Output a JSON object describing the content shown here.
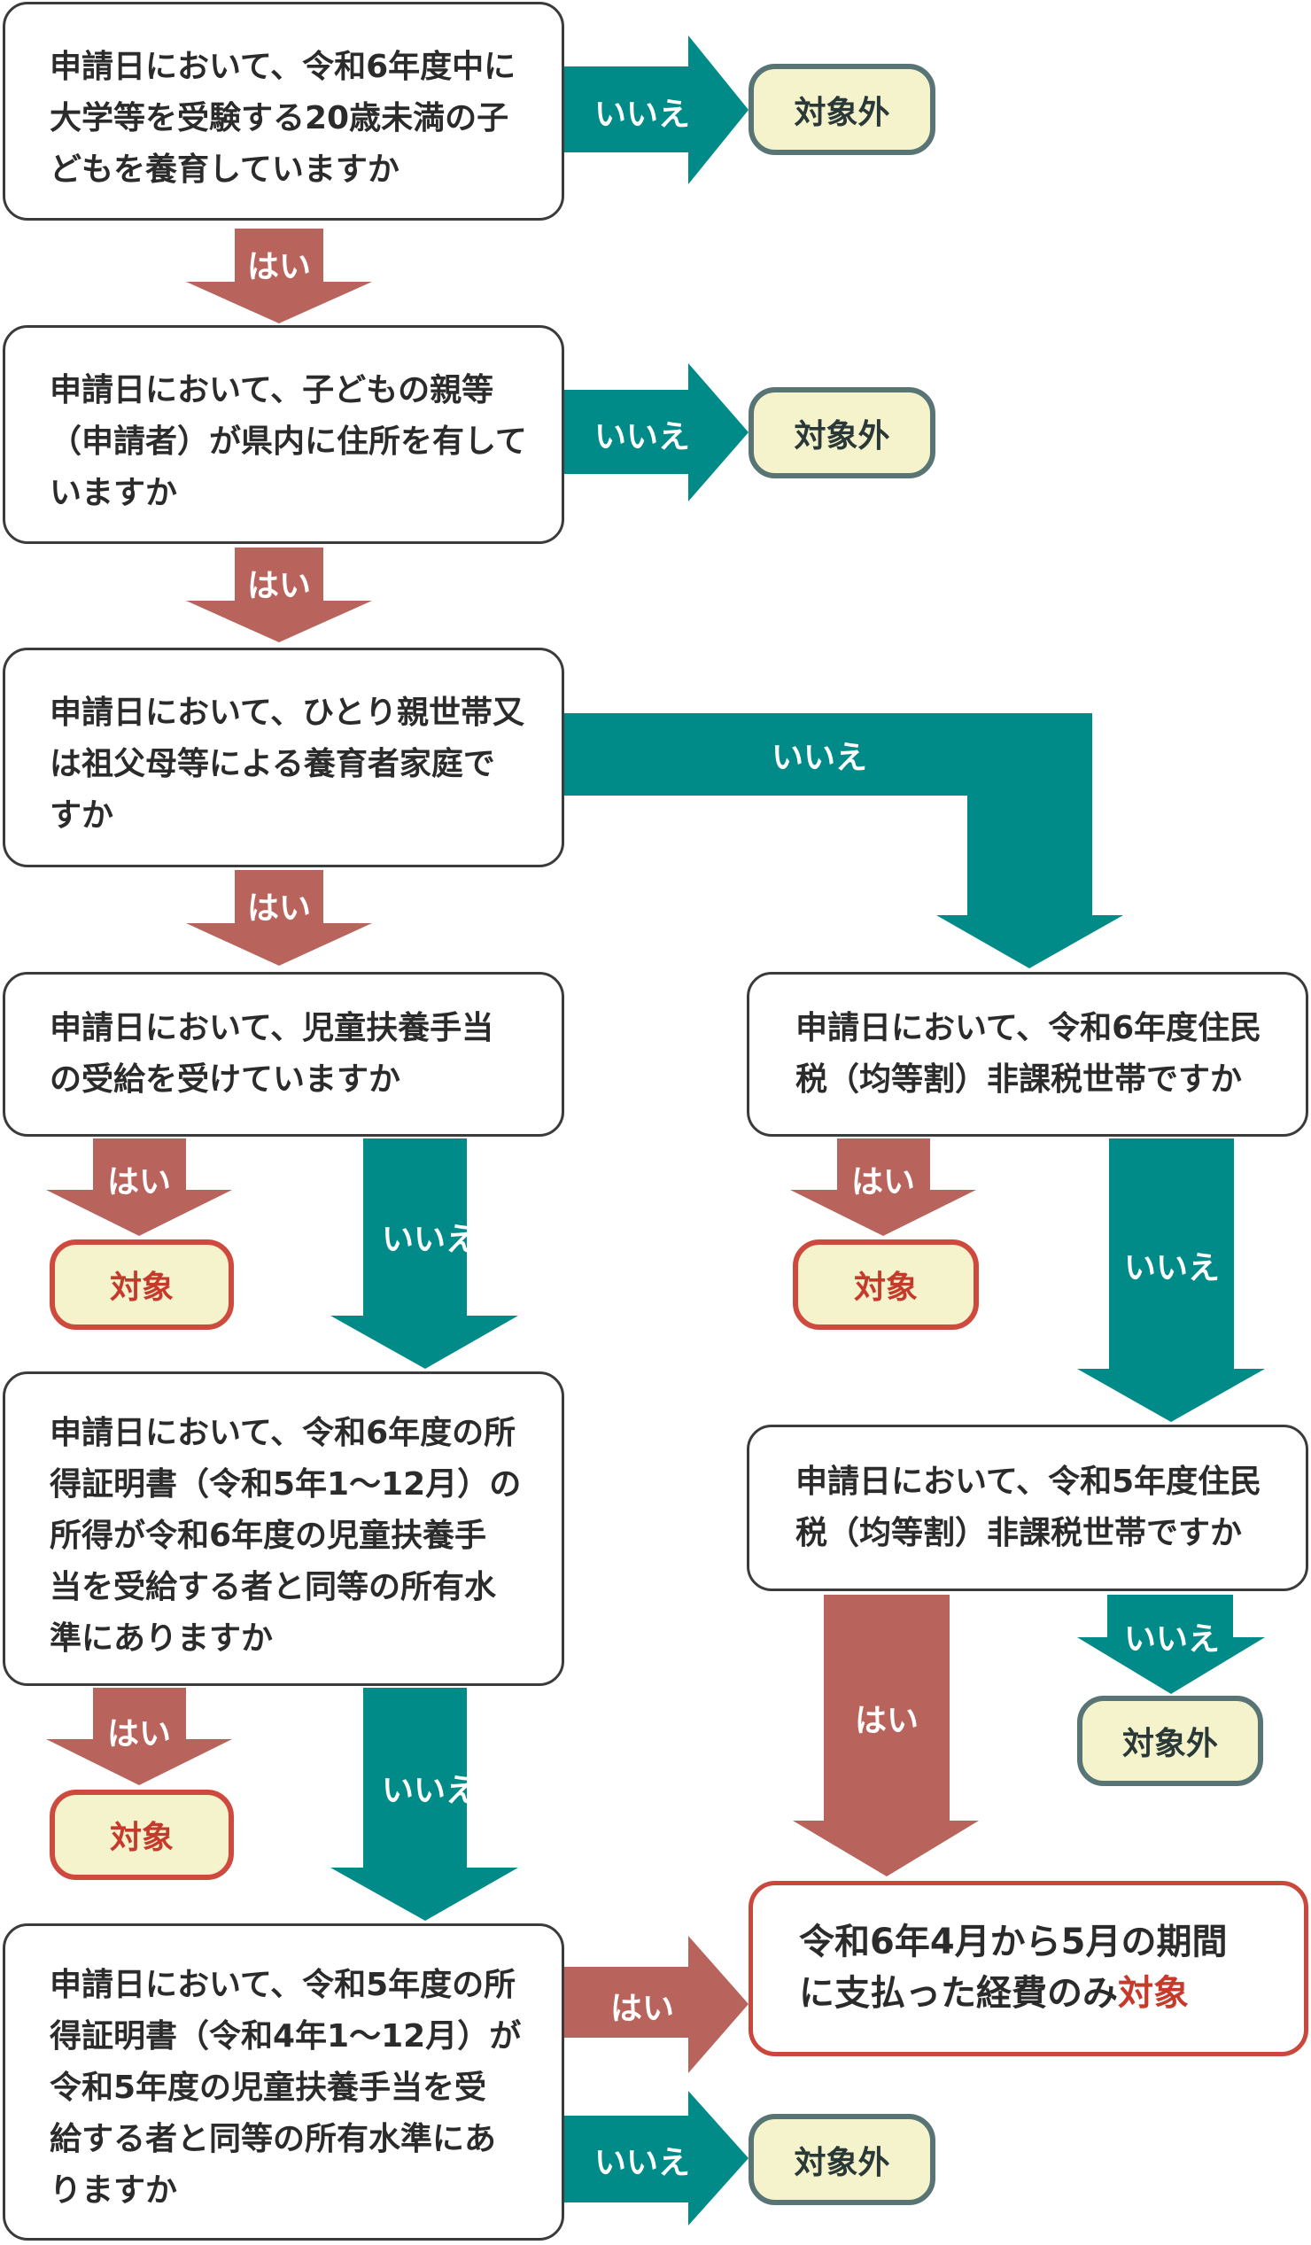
{
  "colors": {
    "yes_arrow": "#b8645d",
    "no_arrow": "#008b88",
    "box_border": "#3b3b3b",
    "excluded_border": "#587474",
    "eligible_border": "#cf4a3e",
    "pill_fill": "#f5f3cc",
    "accent_text": "#c63a2c"
  },
  "labels": {
    "yes": "はい",
    "no": "いいえ"
  },
  "outcomes": {
    "excluded": "対象外",
    "eligible": "対象"
  },
  "questions": {
    "q1": "申請日において、令和6年度中に\n大学等を受験する20歳未満の子\nどもを養育していますか",
    "q2": "申請日において、子どもの親等\n（申請者）が県内に住所を有して\nいますか",
    "q3": "申請日において、ひとり親世帯又\nは祖父母等による養育者家庭で\nすか",
    "q4": "申請日において、児童扶養手当\nの受給を受けていますか",
    "q5": "申請日において、令和6年度の所\n得証明書（令和5年1～12月）の\n所得が令和6年度の児童扶養手\n当を受給する者と同等の所有水\n準にありますか",
    "q6": "申請日において、令和5年度の所\n得証明書（令和4年1～12月）が\n令和5年度の児童扶養手当を受\n給する者と同等の所有水準にあ\nりますか",
    "q7": "申請日において、令和6年度住民\n税（均等割）非課税世帯ですか",
    "q8": "申請日において、令和5年度住民\n税（均等割）非課税世帯ですか"
  },
  "final": {
    "line1": "令和6年4月から5月の期間",
    "line2_prefix": "に支払った経費のみ",
    "line2_accent": "対象"
  }
}
